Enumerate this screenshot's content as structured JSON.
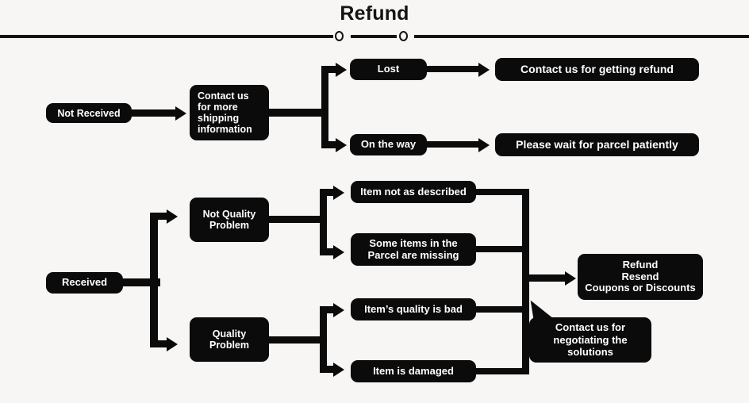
{
  "header": {
    "title": "Refund",
    "rule_color": "#131313",
    "dot_left_label": "rule-circle-left",
    "dot_right_label": "rule-circle-right"
  },
  "theme": {
    "background": "#f7f6f4",
    "node_fill": "#0b0b0b",
    "node_text": "#ffffff",
    "connector": "#0b0b0b"
  },
  "flow": {
    "top_branch": {
      "start": "Not Received",
      "step": "Contact us\nfor more\nshipping\ninformation",
      "outcomes": [
        {
          "condition": "Lost",
          "result": "Contact us for getting refund"
        },
        {
          "condition": "On the way",
          "result": "Please wait for parcel patiently"
        }
      ]
    },
    "bottom_branch": {
      "start": "Received",
      "categories": [
        {
          "label": "Not Quality\nProblem",
          "issues": [
            "Item not as described",
            "Some items in the\nParcel are missing"
          ]
        },
        {
          "label": "Quality\nProblem",
          "issues": [
            "Item’s quality is bad",
            "Item is damaged"
          ]
        }
      ],
      "result": "Refund\nResend\nCoupons or Discounts",
      "callout": "Contact us for\nnegotiating the\nsolutions"
    }
  }
}
